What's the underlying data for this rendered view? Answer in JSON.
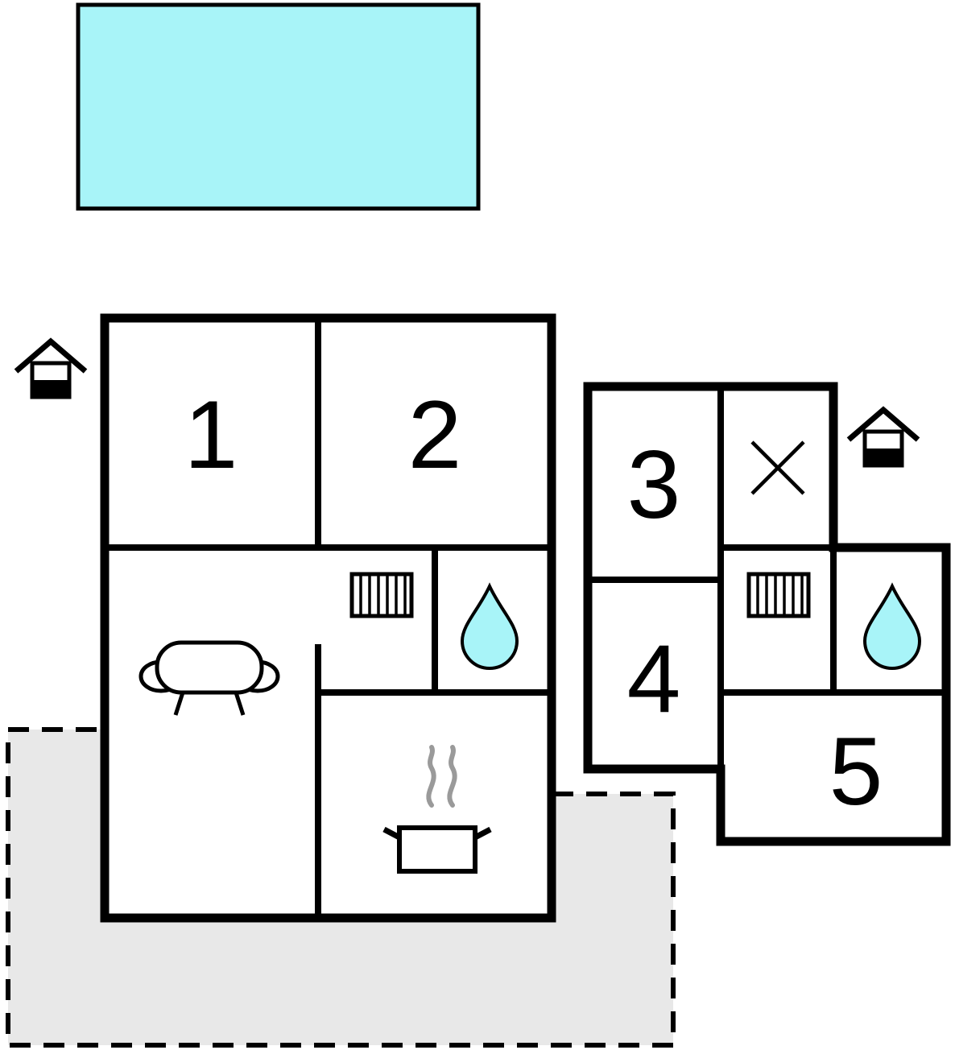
{
  "colors": {
    "pool": "#a8f4f8",
    "water": "#a8f4f8",
    "terrace": "#e8e8e8",
    "steam": "#9a9a9a",
    "wall": "#000000"
  },
  "rooms": [
    {
      "label": "1"
    },
    {
      "label": "2"
    },
    {
      "label": "3"
    },
    {
      "label": "4"
    },
    {
      "label": "5"
    }
  ],
  "icons": {
    "pool": "pool-rectangle",
    "terrace": "terrace-dashed-area",
    "entrance_left": "entrance-icon",
    "entrance_right": "entrance-icon",
    "radiator_main": "radiator-icon",
    "radiator_annex": "radiator-icon",
    "water_main": "water-drop-icon",
    "water_annex": "water-drop-icon",
    "sofa": "sofa-icon",
    "stove": "stove-icon",
    "stairs_cross": "cross-icon"
  }
}
